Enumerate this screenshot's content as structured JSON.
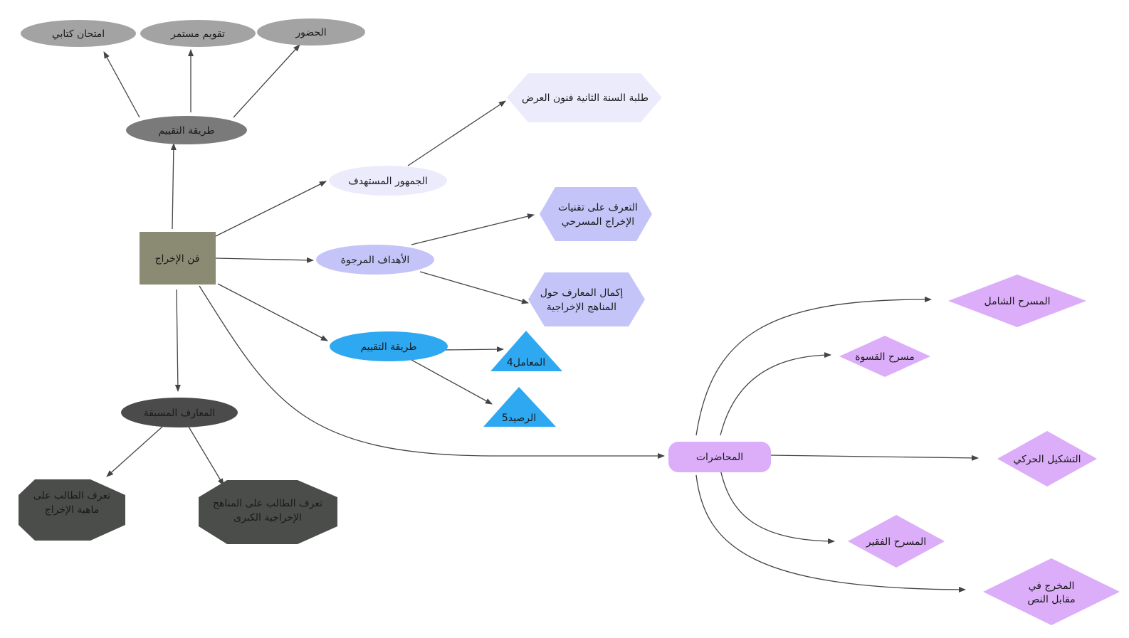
{
  "nodes": {
    "root": {
      "label": "فن الإخراج",
      "color": "#8b8b74"
    },
    "eval_top": {
      "label": "طريقة التقييم",
      "color": "#7a7a7a"
    },
    "exam": {
      "label": "امتحان كتابي",
      "color": "#a3a3a3"
    },
    "continuous": {
      "label": "تقويم مستمر",
      "color": "#a3a3a3"
    },
    "attendance": {
      "label": "الحضور",
      "color": "#a3a3a3"
    },
    "audience": {
      "label": "الجمهور المستهدف",
      "color": "#ecebfc"
    },
    "students": {
      "label": "طلبة السنة الثانية فنون العرض",
      "color": "#ecebfc"
    },
    "goals": {
      "label": "الأهداف المرجوة",
      "color": "#c4c4f8"
    },
    "goal1": {
      "lines": [
        "التعرف على تقنيات",
        "الإخراج المسرحي"
      ],
      "color": "#c4c4f8"
    },
    "goal2": {
      "lines": [
        "إكمال المعارف حول",
        "المناهج الإخراجية"
      ],
      "color": "#c4c4f8"
    },
    "eval_mid": {
      "label": "طريقة التقييم",
      "color": "#2ea8f0"
    },
    "coef": {
      "label": "المعامل4",
      "color": "#2ea8f0"
    },
    "credit": {
      "label": "الرصيد5",
      "color": "#2ea8f0"
    },
    "prior": {
      "label": "المعارف المسبقة",
      "color": "#4b4b4b"
    },
    "prior1": {
      "lines": [
        "تعرف الطالب على",
        "ماهية الإخراج"
      ],
      "color": "#4b4d4a"
    },
    "prior2": {
      "lines": [
        "تعرف الطالب على المناهج",
        "الإخراجية الكبرى"
      ],
      "color": "#4b4d4a"
    },
    "lectures": {
      "label": "المحاضرات",
      "color": "#dcadf8"
    },
    "lec1": {
      "label": "المسرح الشامل",
      "color": "#dcadf8"
    },
    "lec2": {
      "label": "مسرح القسوة",
      "color": "#dcadf8"
    },
    "lec3": {
      "label": "التشكيل الحركي",
      "color": "#dcadf8"
    },
    "lec4": {
      "label": "المسرح الفقير",
      "color": "#dcadf8"
    },
    "lec5": {
      "lines": [
        "المخرج في",
        "مقابل النص"
      ],
      "color": "#dcadf8"
    }
  },
  "edge_color": "#444444"
}
